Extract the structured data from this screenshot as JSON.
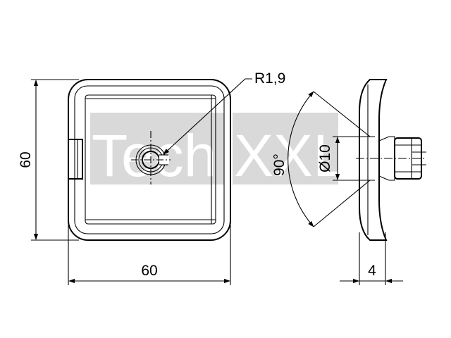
{
  "watermark": {
    "text_left": "Tech",
    "text_right": "XXL"
  },
  "dimensions": {
    "height": "60",
    "width": "60",
    "radius": "R1,9",
    "angle": "90°",
    "diameter": "Ø10",
    "thickness": "4"
  }
}
